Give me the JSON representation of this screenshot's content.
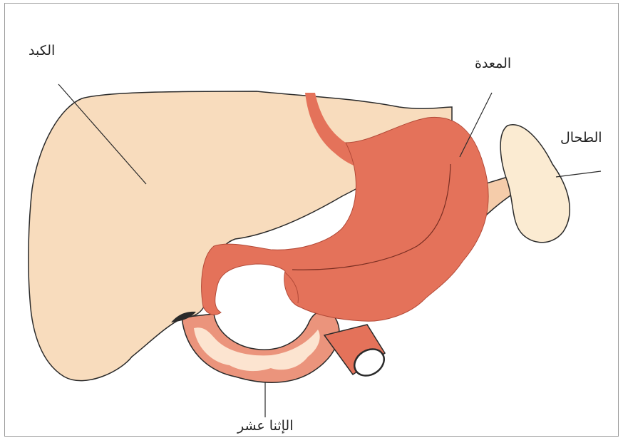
{
  "labels": {
    "liver": "الكبد",
    "stomach": "المعدة",
    "spleen": "الطحال",
    "duodenum": "الإثنا عشر"
  },
  "colors": {
    "liver": "#f8dcbd",
    "stomach": "#e4725a",
    "stomach_dark": "#d7604a",
    "spleen": "#fbebd2",
    "pancreas": "#f5ccaa",
    "duodenum_outer": "#eb947c",
    "duodenum_inner": "#fce4d0",
    "outline": "#2a2a2a",
    "frame": "#9a9a9a"
  }
}
